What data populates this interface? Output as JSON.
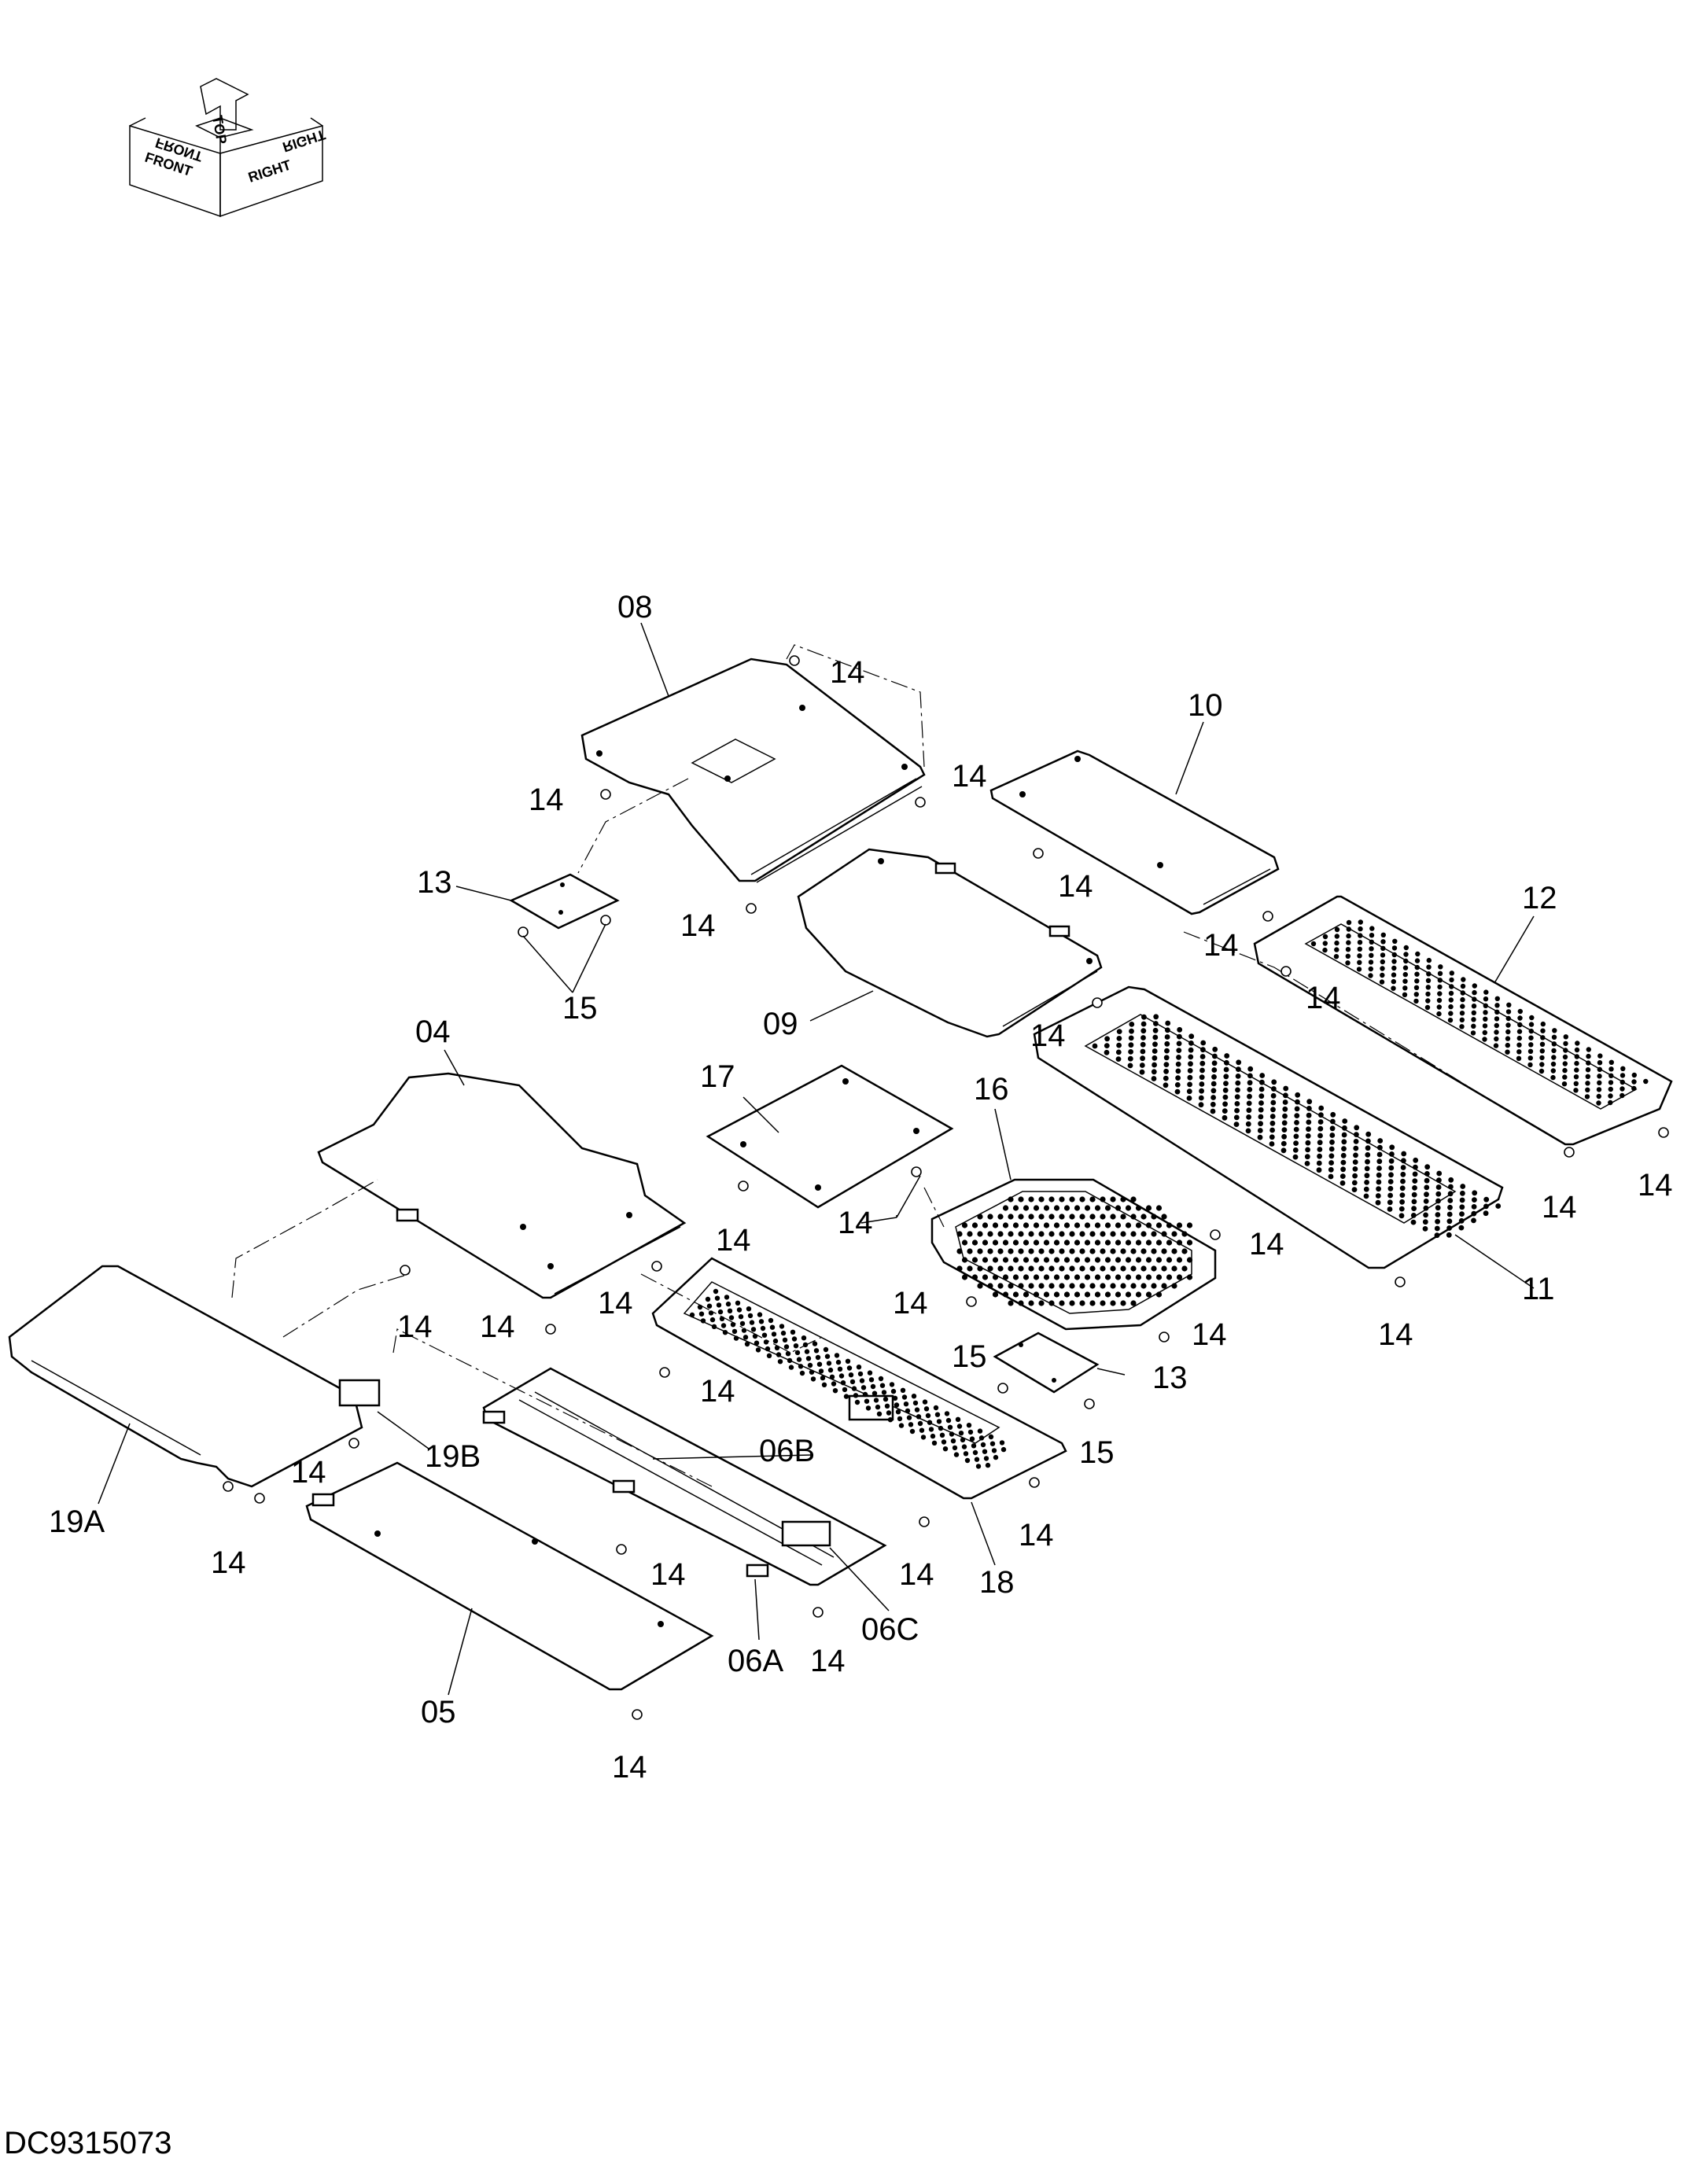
{
  "drawing_id": "DC9315073",
  "orientation": {
    "top": "TOP",
    "front": "FRONT",
    "right": "RIGHT",
    "front_mirror": "FRONT",
    "right_mirror": "RIGHT"
  },
  "callouts": {
    "p04": "04",
    "p05": "05",
    "p06a": "06A",
    "p06b": "06B",
    "p06c": "06C",
    "p08": "08",
    "p09": "09",
    "p10": "10",
    "p11": "11",
    "p12": "12",
    "p13": "13",
    "p15": "15",
    "p16": "16",
    "p17": "17",
    "p18": "18",
    "p19a": "19A",
    "p19b": "19B",
    "bolt": "14"
  }
}
